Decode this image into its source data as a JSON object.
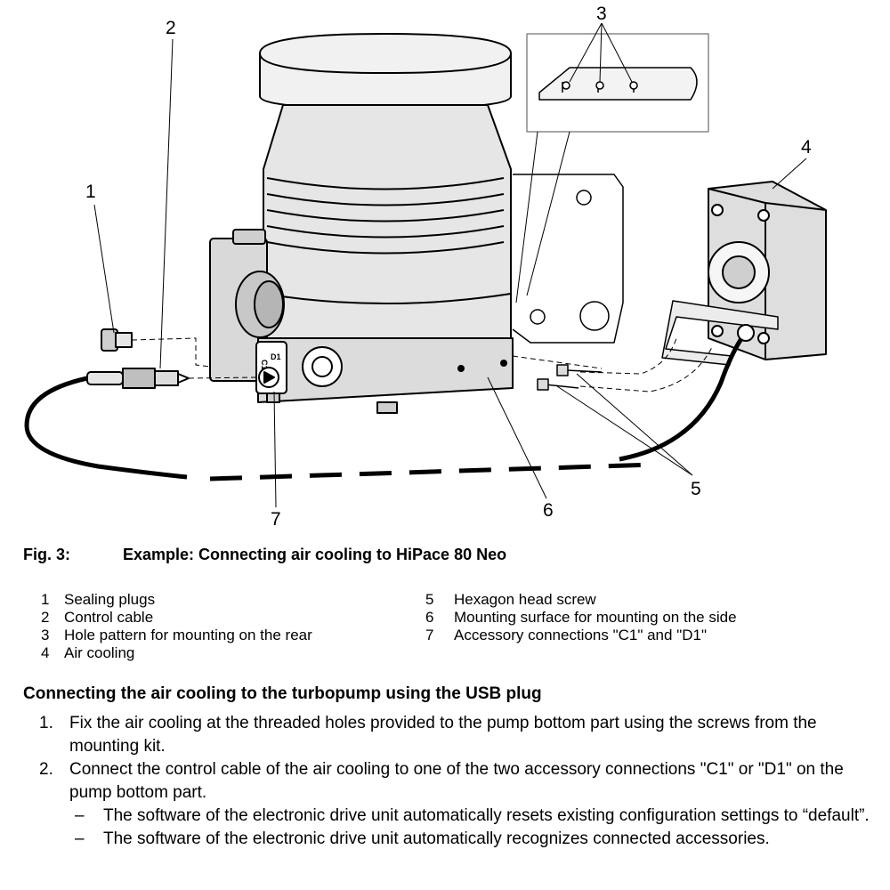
{
  "figure": {
    "callouts": [
      "1",
      "2",
      "3",
      "4",
      "5",
      "6",
      "7"
    ],
    "port_labels": [
      "C1",
      "D1"
    ]
  },
  "caption": {
    "label": "Fig. 3:",
    "text": "Example: Connecting air cooling to HiPace 80 Neo"
  },
  "legend": {
    "left": [
      {
        "num": "1",
        "text": "Sealing plugs"
      },
      {
        "num": "2",
        "text": "Control cable"
      },
      {
        "num": "3",
        "text": "Hole pattern for mounting on the rear"
      },
      {
        "num": "4",
        "text": "Air cooling"
      }
    ],
    "right": [
      {
        "num": "5",
        "text": "Hexagon head screw"
      },
      {
        "num": "6",
        "text": "Mounting surface for mounting on the side"
      },
      {
        "num": "7",
        "text": "Accessory connections \"C1\" and \"D1\""
      }
    ]
  },
  "section": {
    "heading": "Connecting the air cooling to the turbopump using the USB plug",
    "steps": [
      {
        "num": "1.",
        "text": "Fix the air cooling at the threaded holes provided to the pump bottom part using the screws from the mounting kit."
      },
      {
        "num": "2.",
        "text": "Connect the control cable of the air cooling to one of the two accessory connections \"C1\" or \"D1\" on the pump bottom part."
      }
    ],
    "results": [
      {
        "dash": "–",
        "text": "The software of the electronic drive unit automatically resets existing configuration settings to “default”."
      },
      {
        "dash": "–",
        "text": "The software of the electronic drive unit automatically recognizes connected accessories."
      }
    ]
  }
}
